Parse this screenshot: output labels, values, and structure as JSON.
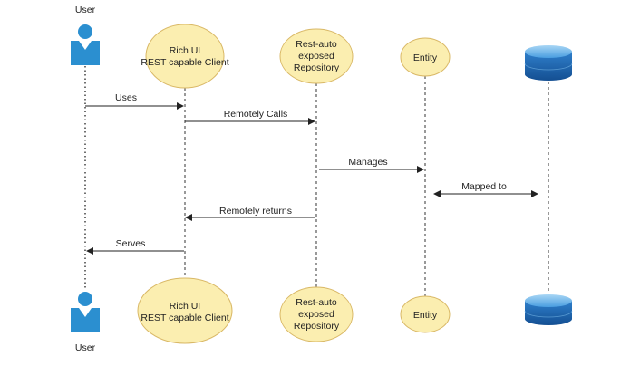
{
  "participants": {
    "user": {
      "label": "User"
    },
    "client": {
      "label_line1": "Rich UI",
      "label_line2": "REST capable Client"
    },
    "repository": {
      "label_line1": "Rest-auto",
      "label_line2": "exposed",
      "label_line3": "Repository"
    },
    "entity": {
      "label": "Entity"
    },
    "database": {
      "icon": "database-cylinder-icon"
    }
  },
  "messages": [
    {
      "from": "user",
      "to": "client",
      "label": "Uses",
      "direction": "forward"
    },
    {
      "from": "client",
      "to": "repository",
      "label": "Remotely Calls",
      "direction": "forward"
    },
    {
      "from": "repository",
      "to": "entity",
      "label": "Manages",
      "direction": "forward"
    },
    {
      "from": "entity",
      "to": "database",
      "label": "Mapped to",
      "direction": "bidirectional"
    },
    {
      "from": "repository",
      "to": "client",
      "label": "Remotely returns",
      "direction": "backward"
    },
    {
      "from": "client",
      "to": "user",
      "label": "Serves",
      "direction": "backward"
    }
  ],
  "colors": {
    "user_icon": "#2b8fd0",
    "ellipse_fill": "#fbeeb0",
    "ellipse_stroke": "#d9b866",
    "database_top": "#6fb6ea",
    "database_body": "#1a5ea8",
    "lifeline": "#333333",
    "arrow": "#222222"
  }
}
